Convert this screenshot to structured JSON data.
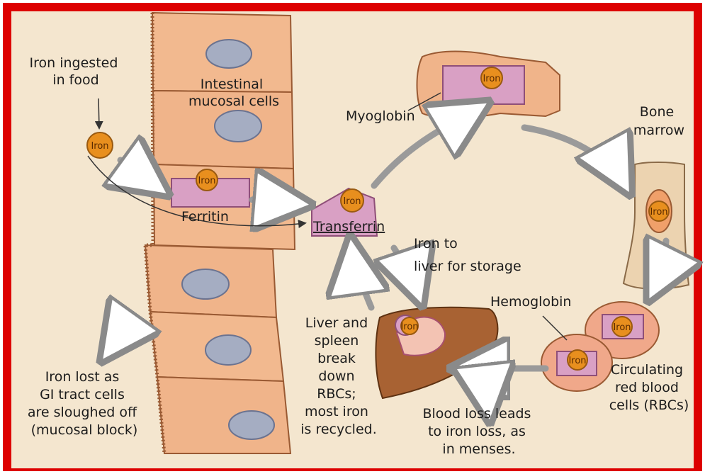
{
  "labels": {
    "iron_ingested": [
      "Iron ingested",
      "in food"
    ],
    "intestinal": [
      "Intestinal",
      "mucosal cells"
    ],
    "ferritin": "Ferritin",
    "transferrin": "Transferrin",
    "myoglobin": "Myoglobin",
    "bone_marrow": [
      "Bone",
      "marrow"
    ],
    "liver_storage": [
      "Iron to",
      "liver for storage"
    ],
    "hemoglobin": "Hemoglobin",
    "liver_spleen": [
      "Liver and",
      "spleen",
      "break",
      "down",
      "RBCs;",
      "most iron",
      "is recycled."
    ],
    "rbc": [
      "Circulating",
      "red blood",
      "cells (RBCs)"
    ],
    "blood_loss": [
      "Blood loss leads",
      "to iron loss, as",
      "in menses."
    ],
    "iron_lost": [
      "Iron lost as",
      "GI tract cells",
      "are sloughed off",
      "(mucosal block)"
    ]
  },
  "iron_label": "Iron",
  "colors": {
    "frame": "#dd0000",
    "background": "#f4e6cf",
    "cell_fill": "#f2b98f",
    "cell_stroke": "#9a5a33",
    "nucleus": "#a5adc2",
    "iron_fill": "#e88f1e",
    "protein_fill": "#d9a0c4",
    "liver_fill": "#a86233"
  }
}
